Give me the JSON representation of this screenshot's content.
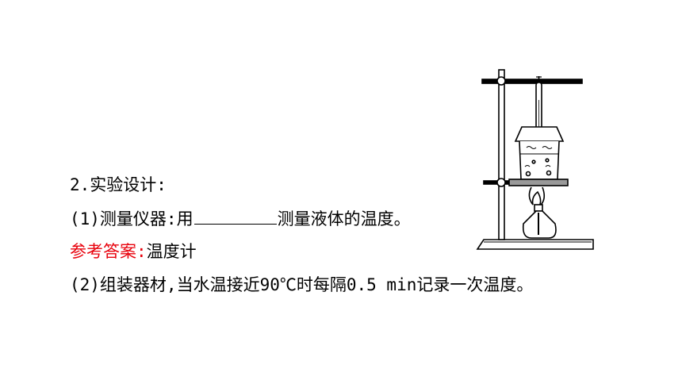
{
  "section_heading": "2.实验设计:",
  "item1": {
    "prefix": "(1)测量仪器:用",
    "suffix": "测量液体的温度。"
  },
  "answer": {
    "label": "参考答案:",
    "value": "温度计"
  },
  "item2": "(2)组装器材,当水温接近90℃时每隔0.5 min记录一次温度。",
  "colors": {
    "text": "#000000",
    "answer_label": "#e8000b"
  }
}
